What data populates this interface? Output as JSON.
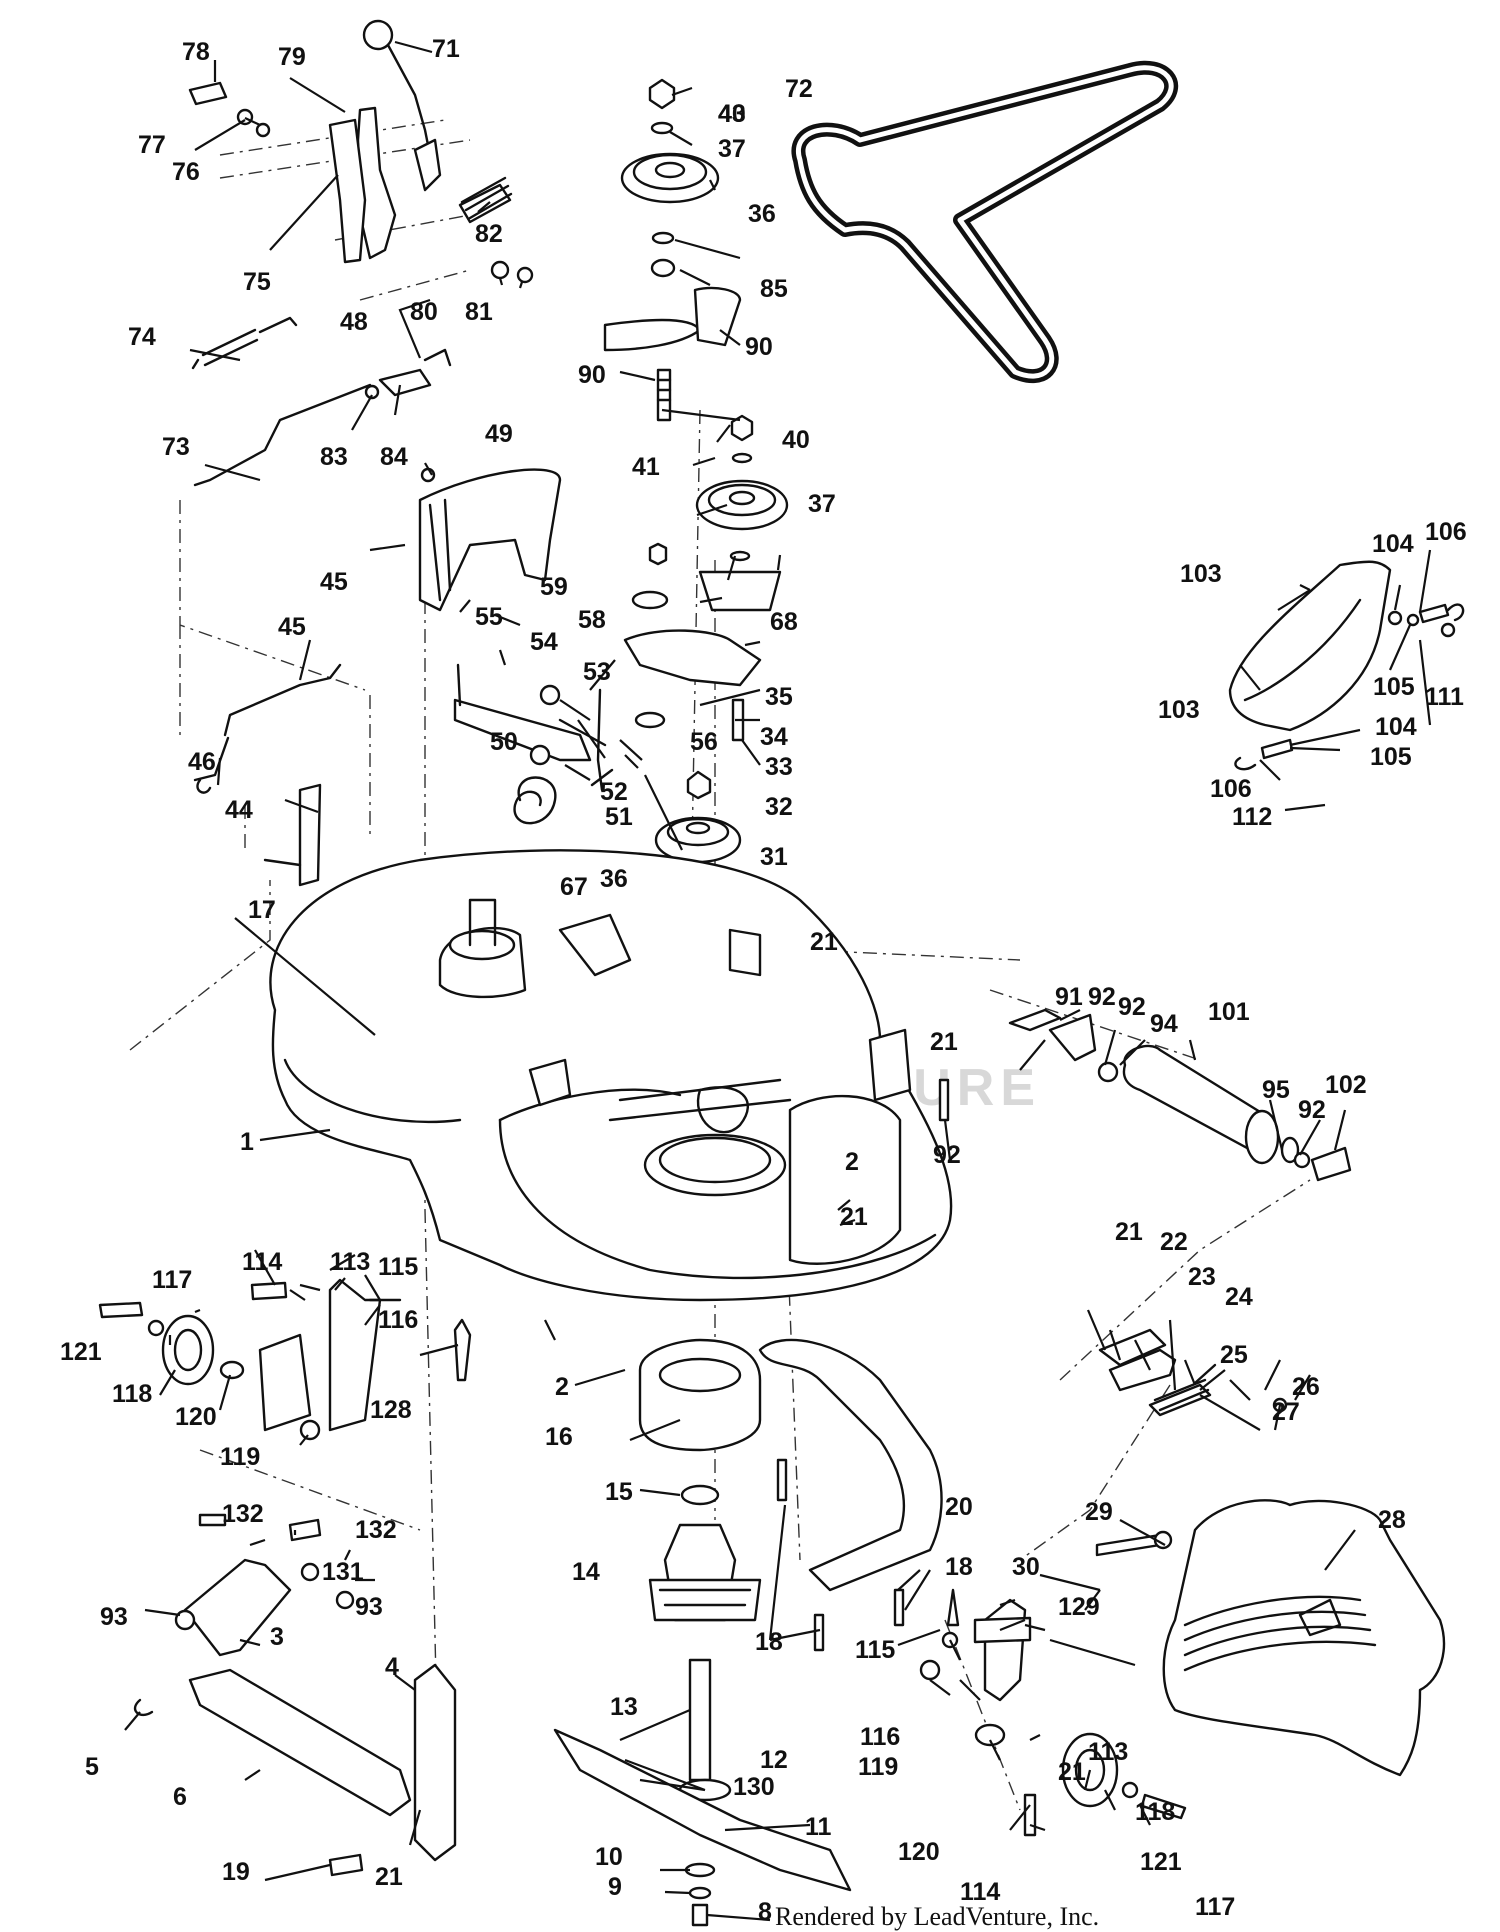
{
  "watermark": "LEADVENTURE",
  "credit": "Rendered by LeadVenture, Inc.",
  "labels": [
    "1",
    "2",
    "2",
    "3",
    "4",
    "5",
    "6",
    "8",
    "9",
    "10",
    "11",
    "12",
    "13",
    "14",
    "15",
    "16",
    "17",
    "18",
    "18",
    "19",
    "20",
    "21",
    "21",
    "21",
    "21",
    "21",
    "21",
    "22",
    "23",
    "24",
    "25",
    "26",
    "27",
    "28",
    "29",
    "30",
    "31",
    "32",
    "33",
    "34",
    "35",
    "36",
    "36",
    "37",
    "37",
    "40",
    "40",
    "41",
    "43",
    "44",
    "45",
    "45",
    "46",
    "48",
    "49",
    "50",
    "51",
    "52",
    "53",
    "54",
    "55",
    "56",
    "58",
    "59",
    "67",
    "68",
    "71",
    "72",
    "73",
    "74",
    "75",
    "76",
    "77",
    "78",
    "79",
    "80",
    "81",
    "82",
    "83",
    "84",
    "85",
    "90",
    "90",
    "91",
    "92",
    "92",
    "92",
    "92",
    "93",
    "93",
    "94",
    "95",
    "101",
    "102",
    "103",
    "103",
    "104",
    "104",
    "105",
    "105",
    "106",
    "106",
    "111",
    "112",
    "113",
    "113",
    "114",
    "114",
    "115",
    "115",
    "116",
    "116",
    "117",
    "117",
    "118",
    "118",
    "119",
    "119",
    "120",
    "120",
    "121",
    "121",
    "128",
    "129",
    "130",
    "131",
    "132",
    "132"
  ],
  "colors": {
    "ink": "#111111",
    "paper": "#ffffff",
    "watermark": "#d8d8d8"
  }
}
